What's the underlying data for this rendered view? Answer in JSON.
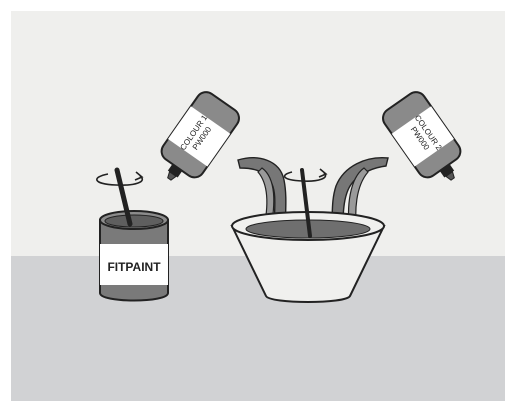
{
  "can": {
    "label": "FITPAINT"
  },
  "bottles": [
    {
      "line1": "COLOUR 1",
      "line2": "PW000"
    },
    {
      "line1": "COLOUR 2",
      "line2": "PW000"
    }
  ],
  "colors": {
    "frame": "#ffffff",
    "wall": "#efefed",
    "floor": "#d1d2d4",
    "paint": "#777777",
    "paint_light": "#9a9a9a",
    "outline": "#222222",
    "bowl": "#f0f0ee"
  }
}
